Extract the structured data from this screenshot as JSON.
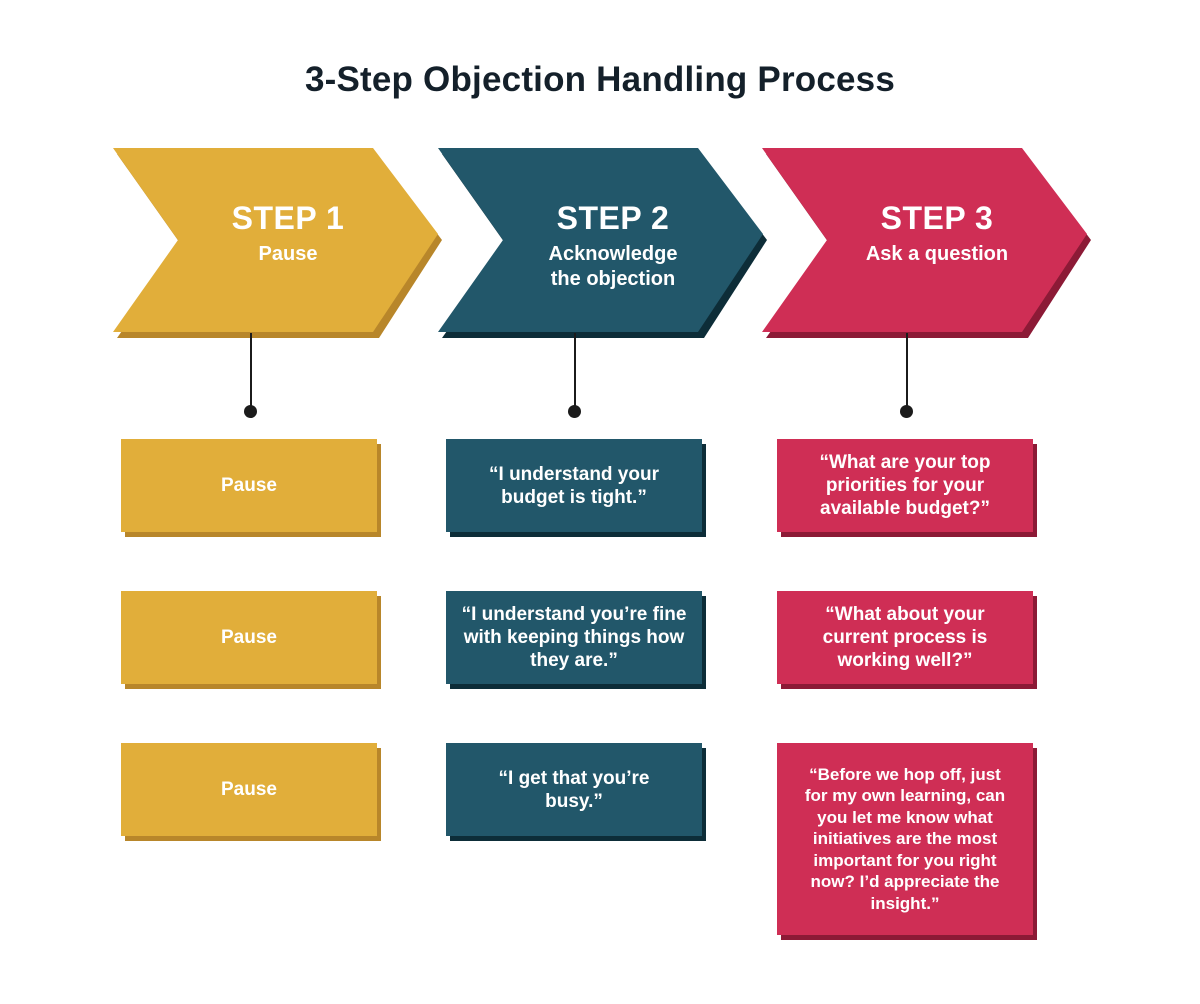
{
  "title": "3-Step Objection Handling Process",
  "colors": {
    "step1": "#e1ae3a",
    "step1_shadow": "#b8862a",
    "step2": "#22576a",
    "step2_shadow": "#0d2d38",
    "step3": "#cf2e55",
    "step3_shadow": "#8c1a36",
    "connector": "#1b1b1b"
  },
  "steps": [
    {
      "step": "STEP 1",
      "label": "Pause",
      "cards": [
        "Pause",
        "Pause",
        "Pause"
      ]
    },
    {
      "step": "STEP 2",
      "label": "Acknowledge the objection",
      "cards": [
        "“I understand your budget is tight.”",
        "“I understand you’re fine with keeping things how they are.”",
        "“I get that you’re busy.”"
      ]
    },
    {
      "step": "STEP 3",
      "label": "Ask a question",
      "cards": [
        "“What are your top priorities for your available budget?”",
        "“What about your current process is working well?”",
        "“Before we hop off, just for my own learn­ing, can you let me know what initiatives are the most important for you right now? I’d appreciate the insight.”"
      ]
    }
  ]
}
